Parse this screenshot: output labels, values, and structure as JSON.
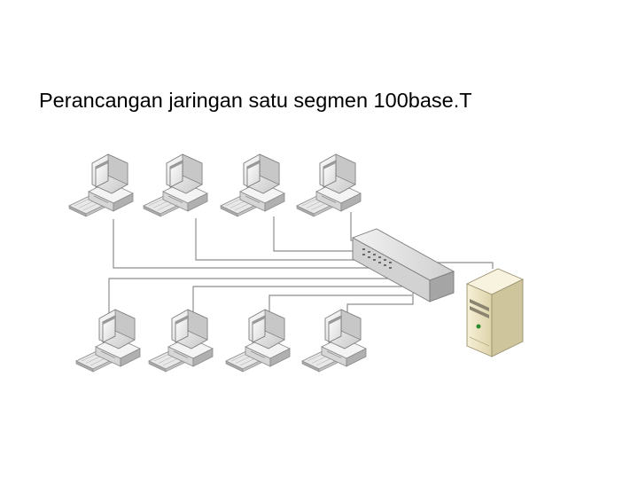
{
  "slide": {
    "title": "Perancangan jaringan satu segmen 100base.T"
  },
  "diagram": {
    "nodes": [
      {
        "type": "workstation",
        "count": 8,
        "icon": "computer-icon"
      },
      {
        "type": "switch",
        "count": 1,
        "icon": "switch-icon"
      },
      {
        "type": "server",
        "count": 1,
        "icon": "server-icon"
      }
    ],
    "colors": {
      "cable": "#8e8e8e",
      "device_body": "#e6e6e6",
      "device_shadow": "#b5b5b5",
      "screen": "#f6f6f6",
      "server_body": "#eee7c8"
    }
  }
}
